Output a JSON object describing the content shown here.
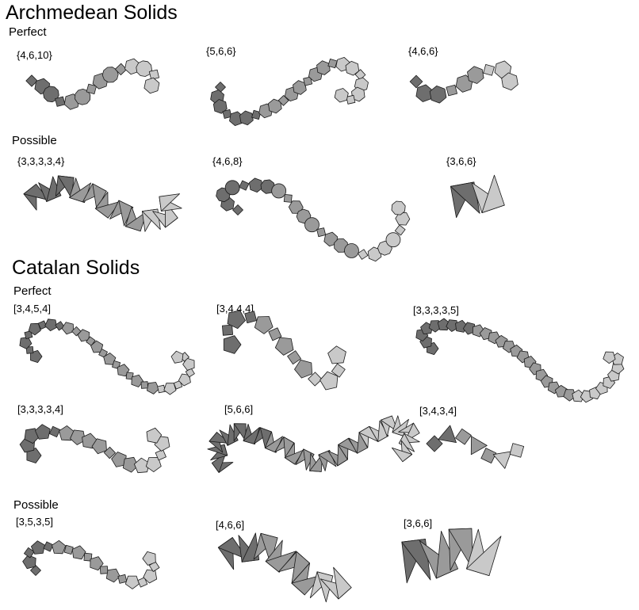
{
  "sections": [
    {
      "title": "Archmedean Solids",
      "groups": [
        {
          "heading": "Perfect",
          "labels": [
            "{4,6,10}",
            "{5,6,6}",
            "{4,6,6}"
          ]
        },
        {
          "heading": "Possible",
          "labels": [
            "{3,3,3,3,4}",
            "{4,6,8}",
            "{3,6,6}"
          ]
        }
      ]
    },
    {
      "title": "Catalan Solids",
      "groups": [
        {
          "heading": "Perfect",
          "labels": [
            "[3,4,5,4]",
            "[3,4,4,4]",
            "[3,3,3,3,5]",
            "[3,3,3,3,4]",
            "[5,6,6]",
            "[3,4,3,4]"
          ]
        },
        {
          "heading": "Possible",
          "labels": [
            "[3,5,3,5]",
            "[4,6,6]",
            "[3,6,6]"
          ]
        }
      ]
    }
  ],
  "colors": {
    "dark": "#6e6e6e",
    "mid": "#9a9a9a",
    "light": "#c9c9c9",
    "stroke": "#1a1a1a"
  }
}
